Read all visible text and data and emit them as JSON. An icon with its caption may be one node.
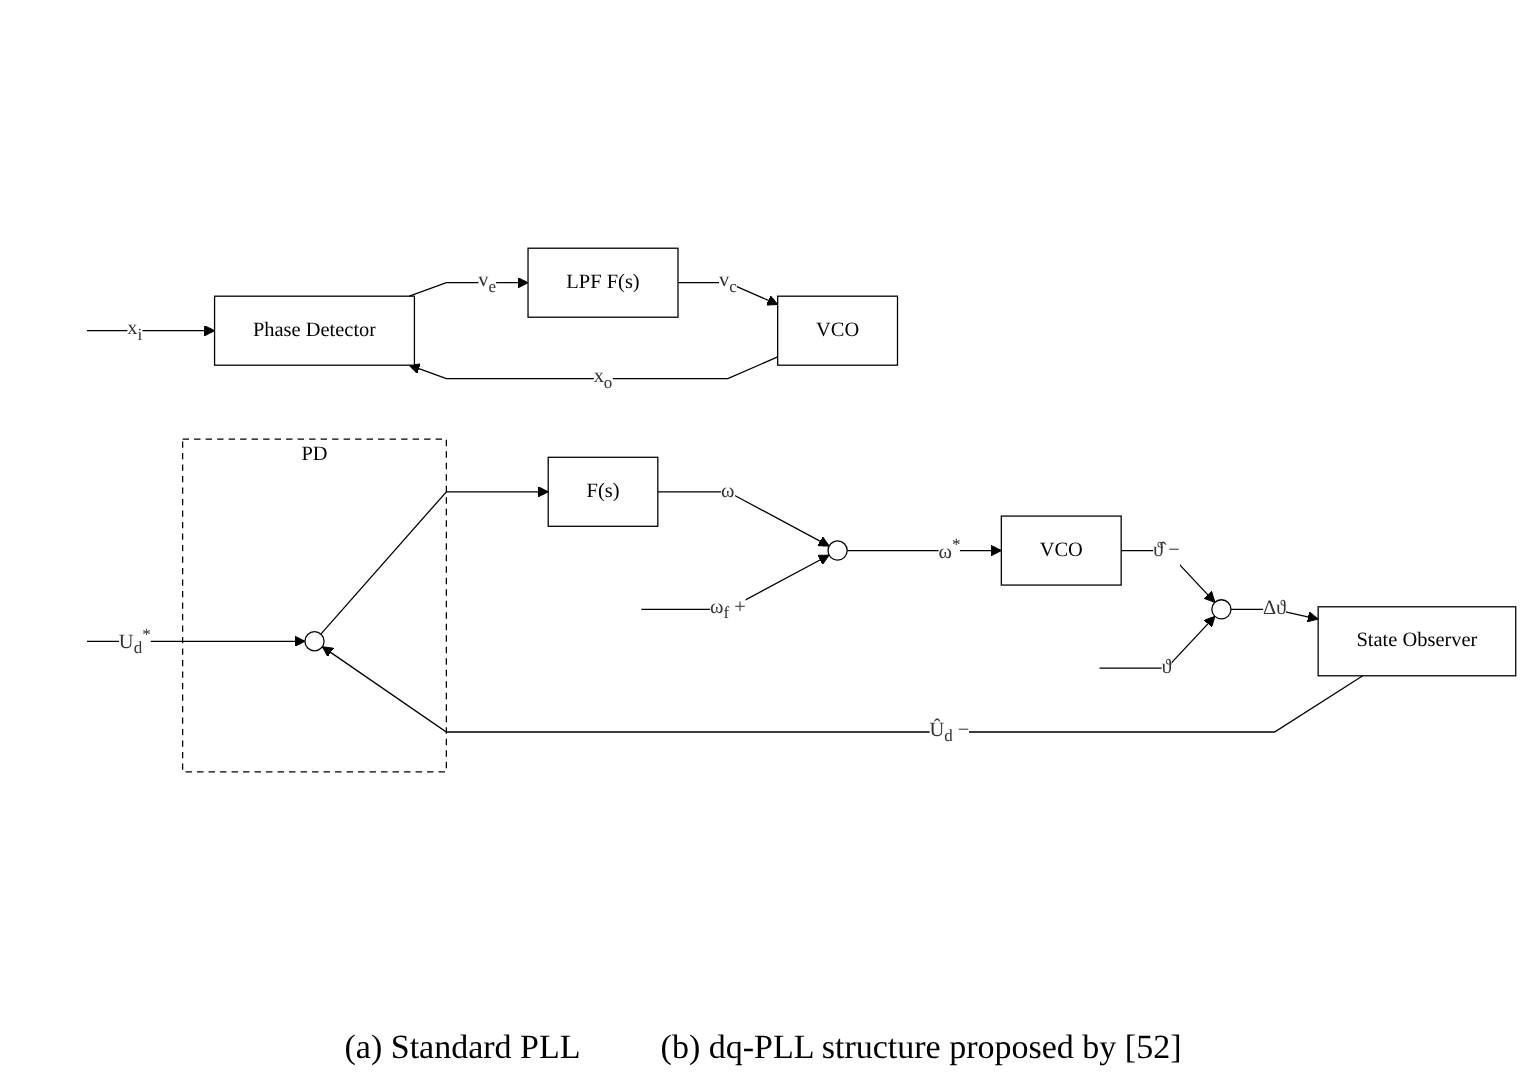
{
  "diagram": {
    "nodes": [
      {
        "text": [
          "Phase Detector"
        ]
      },
      {
        "text": [
          "LPF F(s)"
        ]
      },
      {
        "text": [
          "VCO"
        ]
      },
      {
        "text": [
          "PD"
        ]
      },
      {
        "text": [],
        "shape": "circle",
        "in": 3
      },
      {
        "text": [
          "F(s)"
        ]
      },
      {
        "text": [],
        "shape": "circle"
      },
      {
        "text": [
          "VCO"
        ]
      },
      {
        "text": [
          "State Observer"
        ]
      },
      {
        "text": [],
        "shape": "circle"
      }
    ],
    "edges": [
      {
        "from": null,
        "to": 0,
        "arrow": "to",
        "label": "x$_{i}$"
      },
      {
        "from": 0,
        "to": 1,
        "arrow": "to",
        "label": "v$_{e}$"
      },
      {
        "from": 1,
        "to": 2,
        "arrow": "to",
        "label": "v$_{c}$"
      },
      {
        "from": 2,
        "to": 0,
        "arrow": "to",
        "label": "x$_{o}$"
      },
      {
        "from": null,
        "to": 4,
        "arrow": "to",
        "label": "U$_{d}$$^{*}$"
      },
      {
        "from": 4,
        "to": 5,
        "arrow": "to"
      },
      {
        "from": 5,
        "to": 6,
        "arrow": "to",
        "label": "ω"
      },
      {
        "from": null,
        "to": 6,
        "arrow": "to",
        "label": "ω$_{f}$ +"
      },
      {
        "from": 6,
        "to": 7,
        "arrow": "to",
        "label": "ω$^{*}$"
      },
      {
        "from": 7,
        "to": 9,
        "arrow": "to",
        "label": "ϑ̂ −"
      },
      {
        "from": null,
        "to": 9,
        "arrow": "to",
        "label": "ϑ"
      },
      {
        "from": 9,
        "to": 8,
        "arrow": "to",
        "label": "Δϑ"
      },
      {
        "from": 8,
        "to": 4,
        "arrow": "to",
        "label": "Û$_{d}$ −"
      }
    ],
    "labels": [
      "(a) Standard PLL",
      "(b) dq-PLL structure proposed by [52]"
    ]
  }
}
